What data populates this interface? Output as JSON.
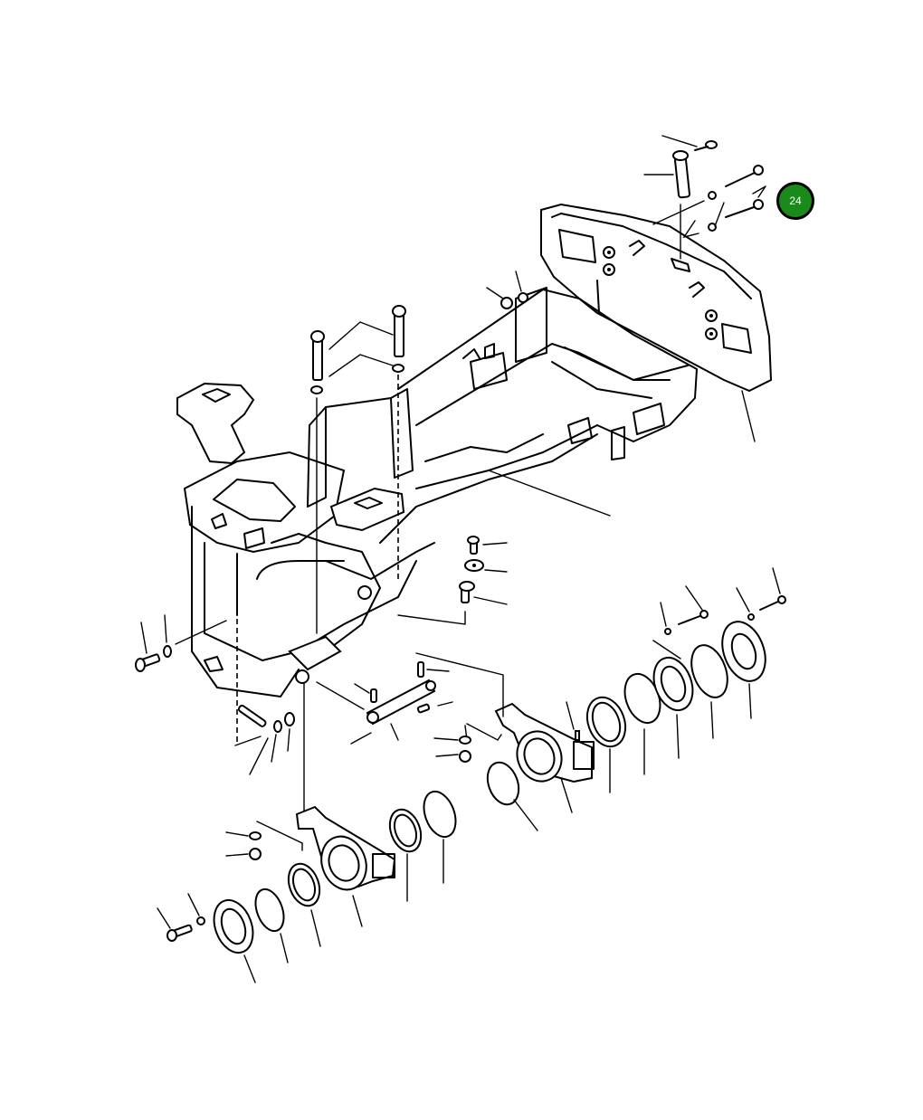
{
  "diagram": {
    "type": "exploded-parts-diagram",
    "subject": "front axle support frame assembly",
    "background_color": "#ffffff",
    "line_color": "#000000"
  },
  "callouts": [
    {
      "label": "24",
      "fill_color": "#1a8a1a",
      "border_color": "#000000",
      "text_color": "#ffffff"
    }
  ]
}
